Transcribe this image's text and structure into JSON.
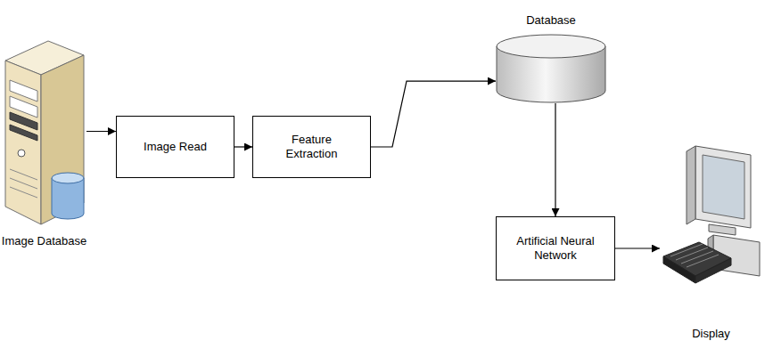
{
  "diagram": {
    "nodes": [
      {
        "text": [
          "Image Database"
        ]
      },
      {
        "text": [
          "Image Read"
        ]
      },
      {
        "text": [
          "Feature Extraction"
        ]
      },
      {
        "text": [
          "Database"
        ]
      },
      {
        "text": [
          "Artificial Neural Network"
        ]
      },
      {
        "text": [
          "Display"
        ]
      }
    ],
    "edges": [
      {
        "from": 0,
        "to": 1,
        "arrow": "to"
      },
      {
        "from": 1,
        "to": 2,
        "arrow": "to"
      },
      {
        "from": 2,
        "to": 3,
        "arrow": "to"
      },
      {
        "from": 3,
        "to": 4,
        "arrow": "to"
      },
      {
        "from": 4,
        "to": 5,
        "arrow": "to"
      }
    ]
  }
}
